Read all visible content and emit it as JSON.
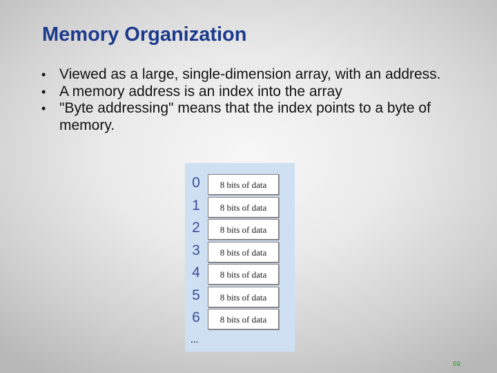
{
  "slide": {
    "title": "Memory Organization",
    "bullets": [
      "Viewed as a large, single-dimension array, with an address.",
      "A memory address is an index into the array",
      "\"Byte addressing\" means that the index points to a byte of memory."
    ],
    "bullet_marker": "•",
    "page_number": "69"
  },
  "memory_figure": {
    "rows": [
      {
        "index": "0",
        "label": "8 bits of data"
      },
      {
        "index": "1",
        "label": "8 bits of data"
      },
      {
        "index": "2",
        "label": "8 bits of data"
      },
      {
        "index": "3",
        "label": "8 bits of data"
      },
      {
        "index": "4",
        "label": "8 bits of data"
      },
      {
        "index": "5",
        "label": "8 bits of data"
      },
      {
        "index": "6",
        "label": "8 bits of data"
      }
    ],
    "ellipsis": "..."
  },
  "colors": {
    "title": "#1c3a8c",
    "figure_background": "#cfe0f3",
    "index_digits": "#3a4f9a",
    "page_number": "#2f9a2f"
  }
}
